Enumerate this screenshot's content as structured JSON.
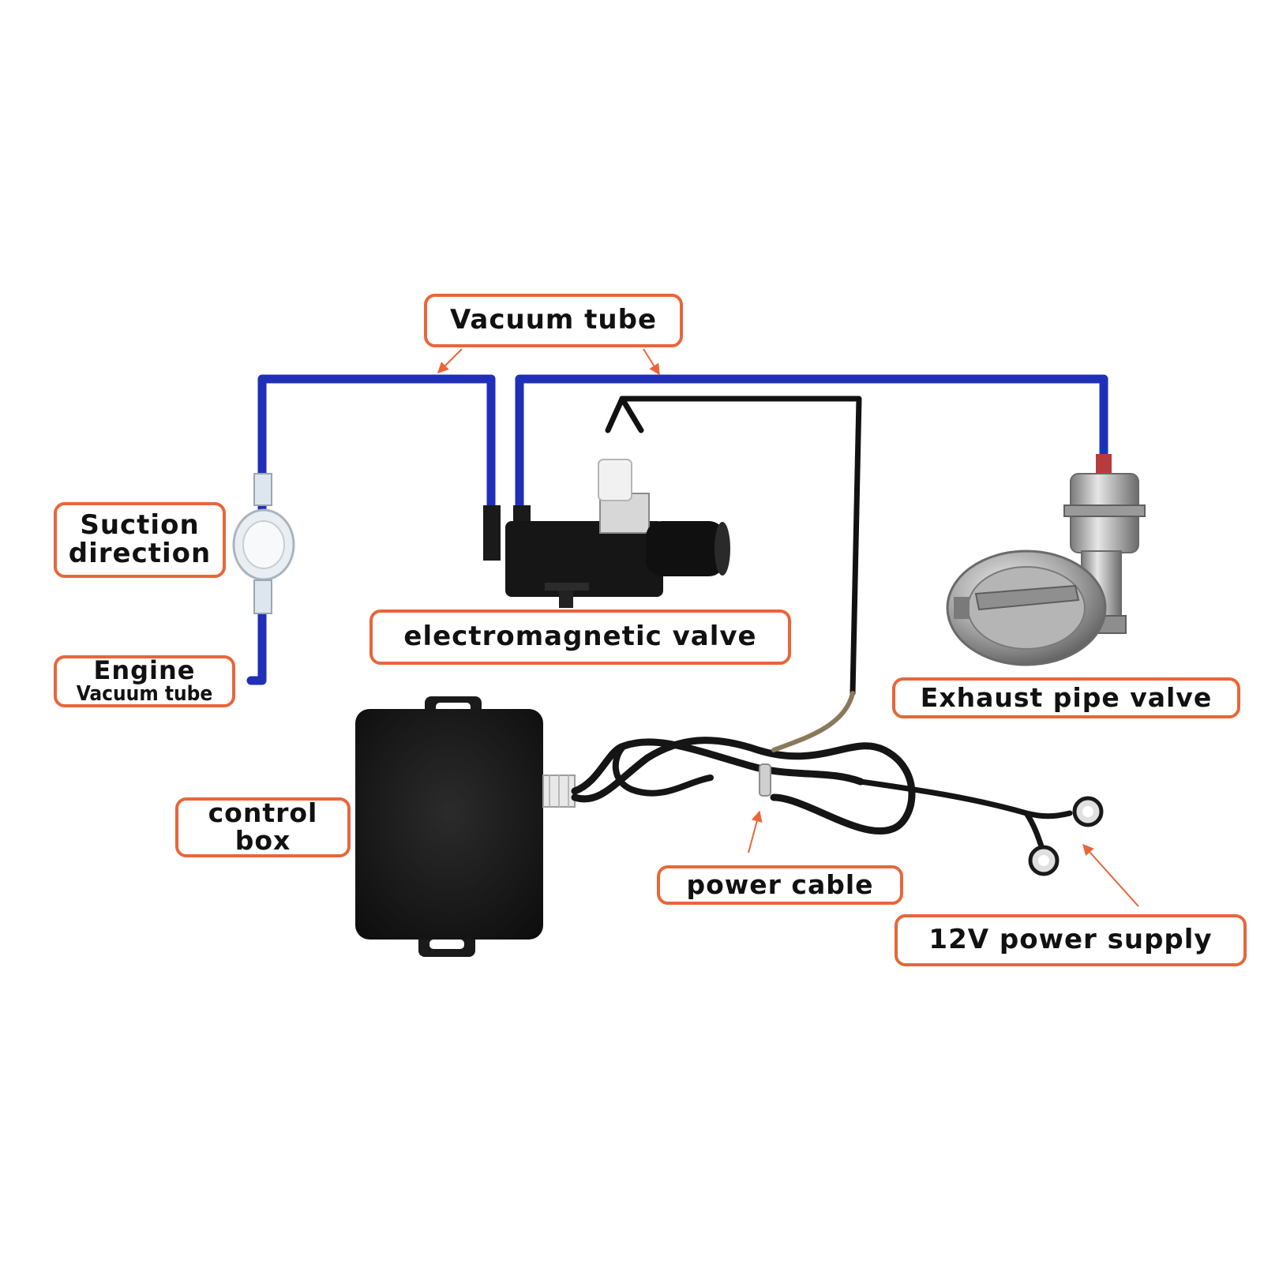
{
  "labels": {
    "vacuum_tube": "Vacuum tube",
    "suction_line1": "Suction",
    "suction_line2": "direction",
    "engine_line1": "Engine",
    "engine_line2": "Vacuum tube",
    "electromagnetic_valve": "electromagnetic valve",
    "exhaust_pipe_valve": "Exhaust pipe valve",
    "control_line1": "control",
    "control_line2": "box",
    "power_cable": "power cable",
    "power_supply": "12V power supply"
  },
  "colors": {
    "label_border": "#e8663a",
    "arrow": "#e8663a",
    "vacuum_tube": "#1f2fb8",
    "signal_wire": "#111111",
    "control_box": "#1a1a1a"
  }
}
